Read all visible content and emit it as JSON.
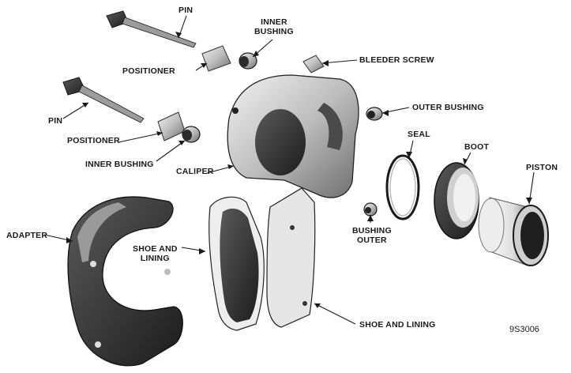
{
  "labels": {
    "pin_top": "PIN",
    "inner_bushing_top": "INNER\nBUSHING",
    "positioner_top": "POSITIONER",
    "bleeder_screw": "BLEEDER SCREW",
    "pin_mid": "PIN",
    "outer_bushing": "OUTER BUSHING",
    "positioner_mid": "POSITIONER",
    "seal": "SEAL",
    "boot": "BOOT",
    "inner_bushing_mid": "INNER BUSHING",
    "caliper": "CALIPER",
    "piston": "PISTON",
    "adapter": "ADAPTER",
    "shoe_and_lining_left": "SHOE AND\nLINING",
    "bushing_outer": "BUSHING\nOUTER",
    "shoe_and_lining_bottom": "SHOE AND LINING"
  },
  "figure_id": "9S3006",
  "colors": {
    "ink": "#1a1a1a",
    "dark_metal": "#2a2a2a",
    "mid_metal": "#8a8a8a",
    "light_metal": "#d9d9d9"
  }
}
